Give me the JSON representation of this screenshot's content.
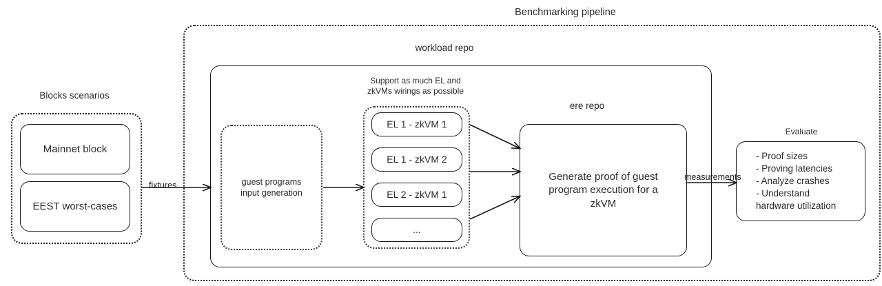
{
  "diagram": {
    "title": "Benchmarking pipeline",
    "groups": {
      "blocks_scenarios": {
        "label": "Blocks scenarios",
        "items": [
          {
            "label": "Mainnet block"
          },
          {
            "label": "EEST worst-cases"
          }
        ]
      },
      "workload_repo": {
        "label": "workload repo",
        "guest_programs": {
          "label": "guest programs\ninput generation"
        },
        "wirings": {
          "label": "Support as much EL and\nzkVMs wirings as possible",
          "items": [
            {
              "label": "EL 1 - zkVM 1"
            },
            {
              "label": "EL 1 - zkVM 2"
            },
            {
              "label": "EL 2 - zkVM 1"
            },
            {
              "label": "..."
            }
          ]
        },
        "ere_repo": {
          "label": "ere repo",
          "box": "Generate proof of guest\nprogram execution for a\nzkVM"
        }
      },
      "evaluate": {
        "label": "Evaluate",
        "items": "- Proof sizes\n- Proving latencies\n- Analyze crashes\n- Understand\nhardware utilization"
      }
    },
    "edges": [
      {
        "label": "fixtures"
      },
      {
        "label": "measurements"
      }
    ],
    "colors": {
      "stroke": "#1a1a1a",
      "text": "#2b2b2b",
      "background": "#ffffff"
    }
  }
}
